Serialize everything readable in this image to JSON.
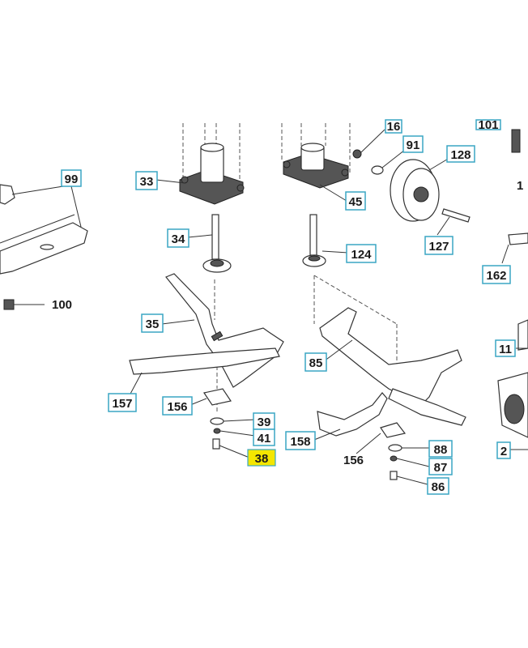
{
  "callouts": {
    "c16": "16",
    "c91": "91",
    "c128": "128",
    "c101": "101",
    "c1": "1",
    "c99": "99",
    "c100": "100",
    "c33": "33",
    "c45": "45",
    "c34": "34",
    "c124": "124",
    "c127": "127",
    "c162": "162",
    "c35": "35",
    "c85": "85",
    "c11": "11",
    "c157": "157",
    "c156a": "156",
    "c39": "39",
    "c41": "41",
    "c38": "38",
    "c158": "158",
    "c156b": "156",
    "c88": "88",
    "c87": "87",
    "c86": "86",
    "c2": "2"
  },
  "highlight": {
    "part": "38",
    "color": "#f4e600"
  },
  "accent": {
    "callout_border": "#3aa6c4"
  }
}
